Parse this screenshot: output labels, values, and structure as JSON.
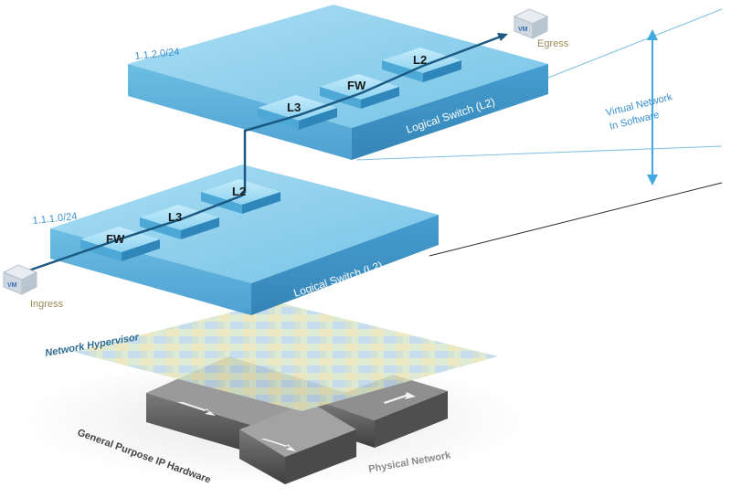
{
  "upper_layer": {
    "subnet": "1.1.2.0/24",
    "switch_label": "Logical Switch  (L2)",
    "blocks": [
      "L3",
      "FW",
      "L2"
    ]
  },
  "lower_layer": {
    "subnet": "1.1.1.0/24",
    "switch_label": "Logical Switch (L2)",
    "blocks": [
      "FW",
      "L3",
      "L2"
    ]
  },
  "vm_label": "VM",
  "ingress_label": "Ingress",
  "egress_label": "Egress",
  "virtual_network_line1": "Virtual Network",
  "virtual_network_line2": "In Software",
  "network_hypervisor_label": "Network Hypervisor",
  "hardware_label": "General Purpose IP Hardware",
  "physical_network_label": "Physical Network",
  "colors": {
    "layer_top": "#8ed0ec",
    "layer_front": "#4aaad8",
    "layer_side": "#2f86ba",
    "flow_arrow": "#1b5a84",
    "subnet_text": "#3a8fd0",
    "caption_gold": "#9c8a5a",
    "virtual_network_text": "#3a8fd0"
  }
}
